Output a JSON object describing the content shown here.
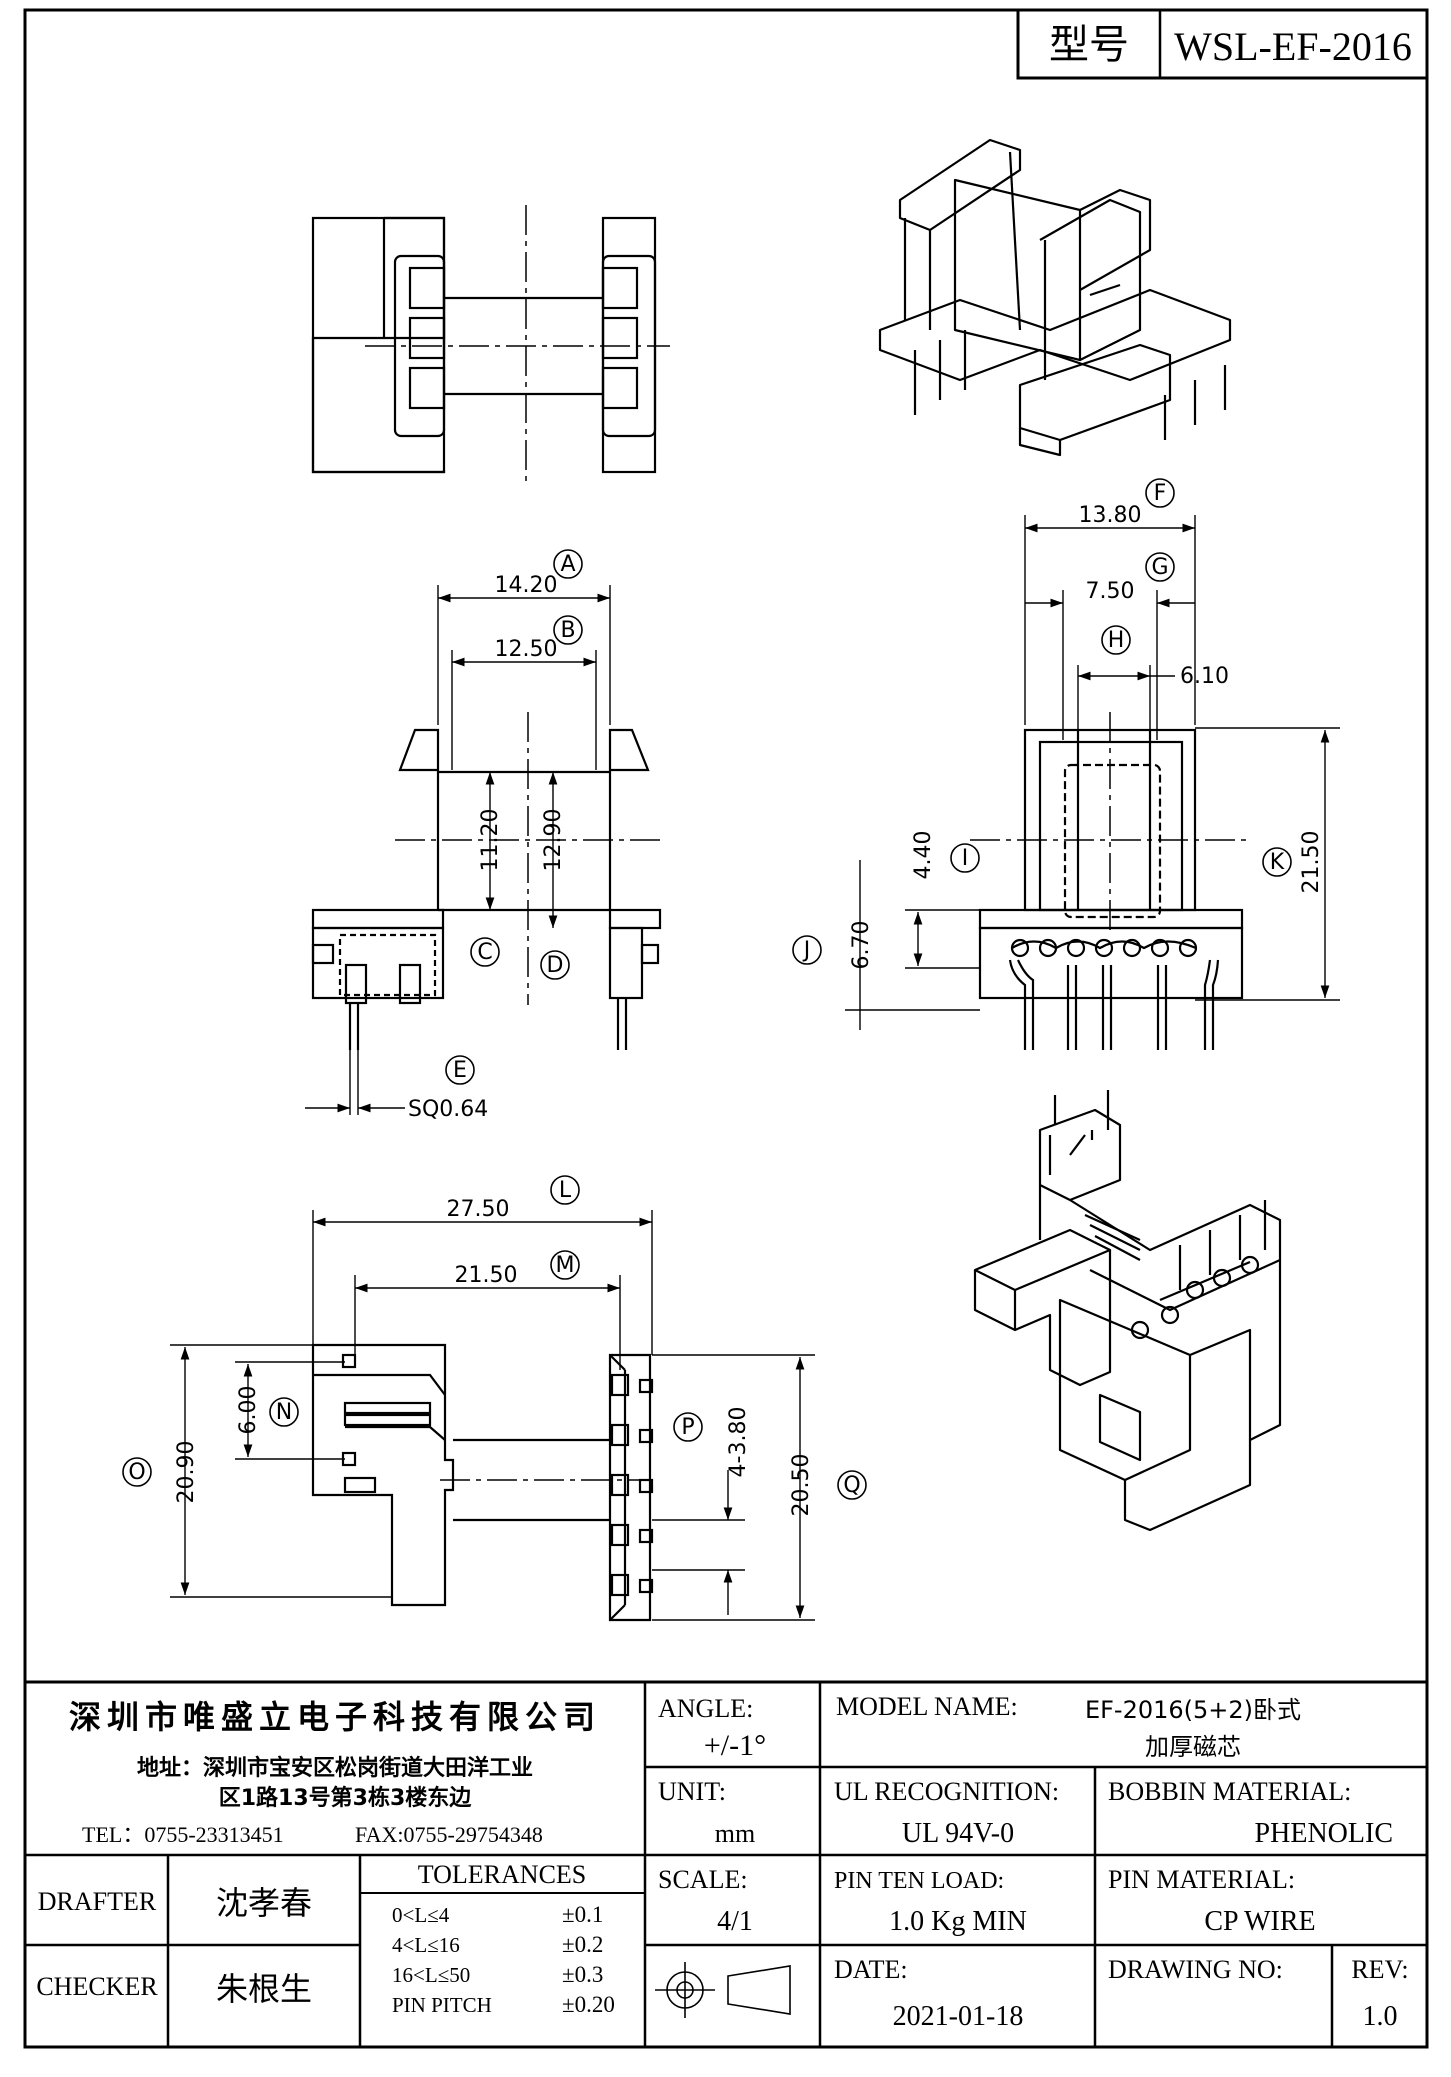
{
  "header": {
    "model_label": "型号",
    "model_value": "WSL-EF-2016"
  },
  "dimensions": {
    "A": {
      "label": "A",
      "value": "14.20"
    },
    "B": {
      "label": "B",
      "value": "12.50"
    },
    "C": {
      "label": "C",
      "value": "11.20"
    },
    "D": {
      "label": "D",
      "value": "12.90"
    },
    "E": {
      "label": "E",
      "value": "SQ0.64"
    },
    "F": {
      "label": "F",
      "value": "13.80"
    },
    "G": {
      "label": "G",
      "value": "7.50"
    },
    "H": {
      "label": "H",
      "value": "6.10"
    },
    "I": {
      "label": "I",
      "value": "4.40"
    },
    "J": {
      "label": "J",
      "value": "6.70"
    },
    "K": {
      "label": "K",
      "value": "21.50"
    },
    "L": {
      "label": "L",
      "value": "27.50"
    },
    "M": {
      "label": "M",
      "value": "21.50"
    },
    "N": {
      "label": "N",
      "value": "6.00"
    },
    "O": {
      "label": "O",
      "value": "20.90"
    },
    "P": {
      "label": "P",
      "value": "4-3.80"
    },
    "Q": {
      "label": "Q",
      "value": "20.50"
    }
  },
  "title_block": {
    "company": "深圳市唯盛立电子科技有限公司",
    "address_line1": "地址：深圳市宝安区松岗街道大田洋工业",
    "address_line2": "区1路13号第3栋3楼东边",
    "tel": "TEL：0755-23313451",
    "fax": "FAX:0755-29754348",
    "angle_label": "ANGLE:",
    "angle_value": "+/-1°",
    "model_name_label": "MODEL NAME:",
    "model_name_value1": "EF-2016(5+2)卧式",
    "model_name_value2": "加厚磁芯",
    "unit_label": "UNIT:",
    "unit_value": "mm",
    "ul_label": "UL RECOGNITION:",
    "ul_value": "UL 94V-0",
    "bobbin_label": "BOBBIN MATERIAL:",
    "bobbin_value": "PHENOLIC",
    "drafter_label": "DRAFTER",
    "drafter_value": "沈孝春",
    "checker_label": "CHECKER",
    "checker_value": "朱根生",
    "tolerances_label": "TOLERANCES",
    "tolerances": [
      {
        "range": "0<L≤4",
        "value": "±0.1"
      },
      {
        "range": "4<L≤16",
        "value": "±0.2"
      },
      {
        "range": "16<L≤50",
        "value": "±0.3"
      },
      {
        "range": "PIN PITCH",
        "value": "±0.20"
      }
    ],
    "scale_label": "SCALE:",
    "scale_value": "4/1",
    "pin_load_label": "PIN TEN LOAD:",
    "pin_load_value": "1.0 Kg MIN",
    "pin_material_label": "PIN MATERIAL:",
    "pin_material_value": "CP WIRE",
    "date_label": "DATE:",
    "date_value": "2021-01-18",
    "drawing_no_label": "DRAWING NO:",
    "drawing_no_value": "",
    "rev_label": "REV:",
    "rev_value": "1.0"
  }
}
